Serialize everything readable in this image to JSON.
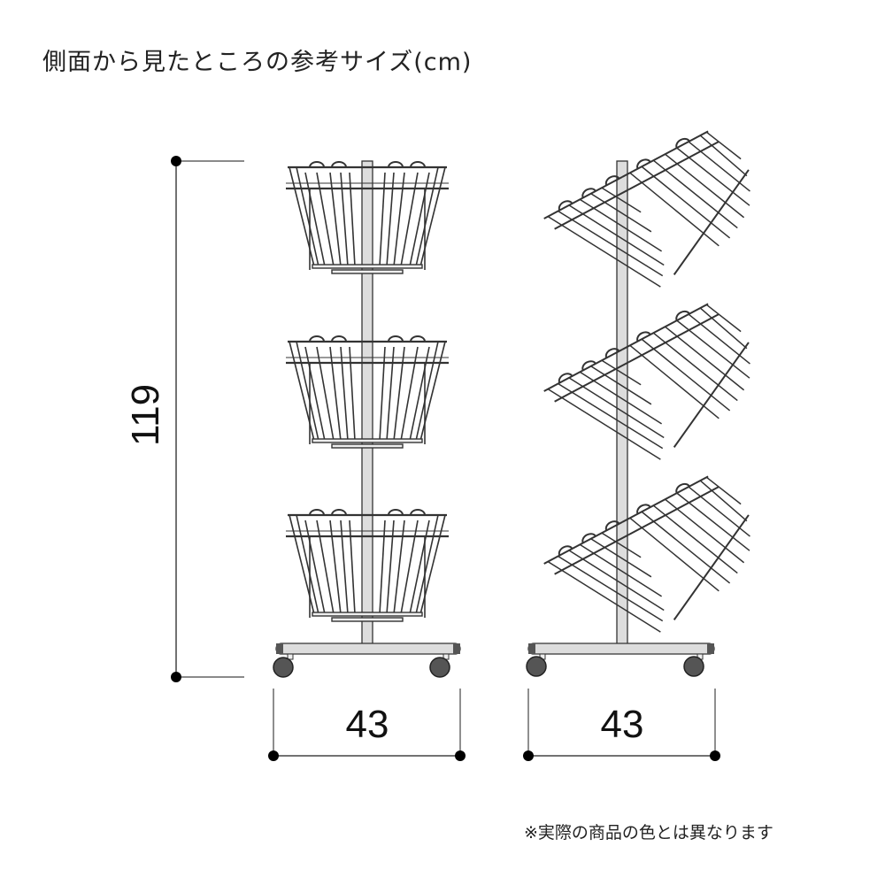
{
  "title": "側面から見たところの参考サイズ(cm)",
  "note": "※実際の商品の色とは異なります",
  "dimensions": {
    "height": "119",
    "width_front": "43",
    "width_side": "43",
    "unit": "cm"
  },
  "views": [
    {
      "name": "front-view",
      "baskets": 3,
      "orientation": "straight"
    },
    {
      "name": "side-view",
      "baskets": 3,
      "orientation": "tilted"
    }
  ],
  "colors": {
    "line": "#333333",
    "pole": "#dddddd",
    "wheel": "#555555",
    "dot": "#000000"
  }
}
